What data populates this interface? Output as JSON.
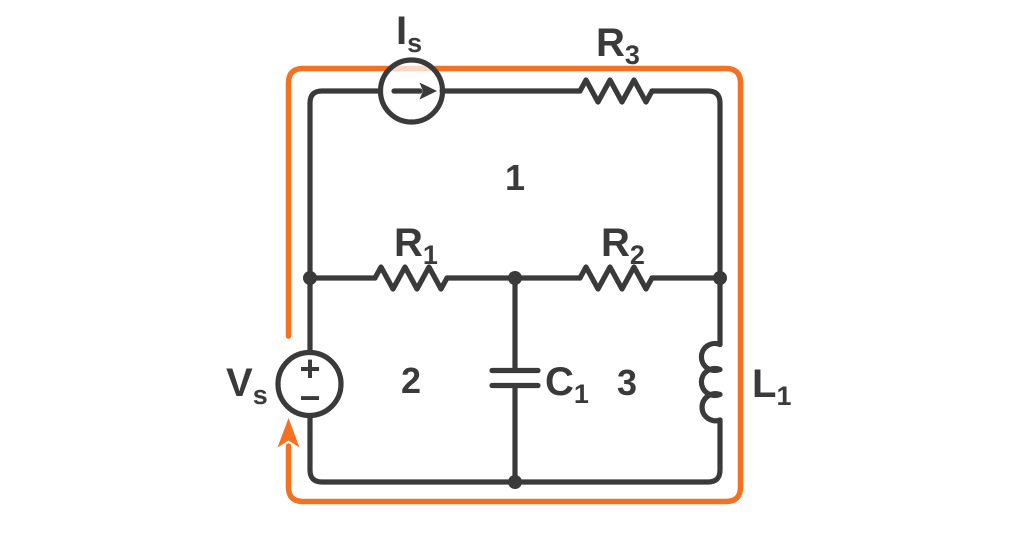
{
  "diagram": {
    "type": "circuit-schematic-mesh-analysis",
    "colors": {
      "background": "#ffffff",
      "wire": "#3a3a3a",
      "supermesh_loop": "#f47121"
    },
    "components": {
      "current_source": {
        "main": "I",
        "sub": "s"
      },
      "voltage_source": {
        "main": "V",
        "sub": "s",
        "plus": "+",
        "minus": "−"
      },
      "r1": {
        "main": "R",
        "sub": "1"
      },
      "r2": {
        "main": "R",
        "sub": "2"
      },
      "r3": {
        "main": "R",
        "sub": "3"
      },
      "c1": {
        "main": "C",
        "sub": "1"
      },
      "l1": {
        "main": "L",
        "sub": "1"
      }
    },
    "mesh_labels": {
      "mesh1": "1",
      "mesh2": "2",
      "mesh3": "3"
    }
  }
}
